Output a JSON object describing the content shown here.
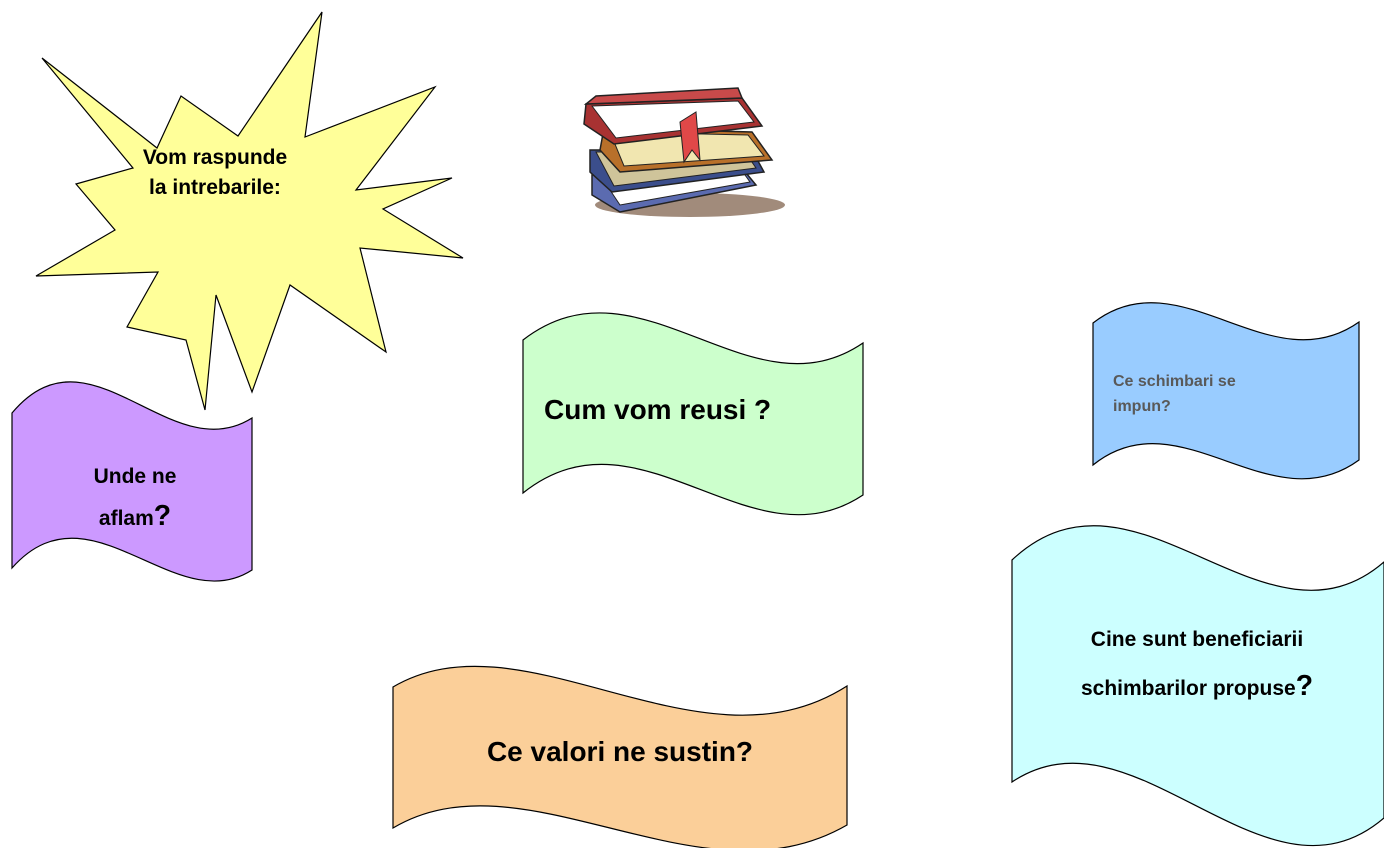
{
  "starburst": {
    "line1": "Vom raspunde",
    "line2": "la intrebarile:",
    "fill": "#ffff99"
  },
  "icon": "stack-of-books-icon",
  "banners": [
    {
      "id": "unde",
      "line1": "Unde ne",
      "line2": "aflam",
      "mark": "?",
      "fill": "#cc99ff"
    },
    {
      "id": "cum",
      "text": "Cum vom reusi ?",
      "fill": "#ccffcc"
    },
    {
      "id": "schimbari",
      "line1": "Ce schimbari se",
      "line2": "impun?",
      "fill": "#99ccff",
      "text_color": "#595959"
    },
    {
      "id": "beneficiari",
      "line1": "Cine sunt beneficiarii",
      "line2": "schimbarilor propuse",
      "mark": "?",
      "fill": "#ccffff"
    },
    {
      "id": "valori",
      "text": "Ce valori ne sustin?",
      "fill": "#fbcf99"
    }
  ]
}
